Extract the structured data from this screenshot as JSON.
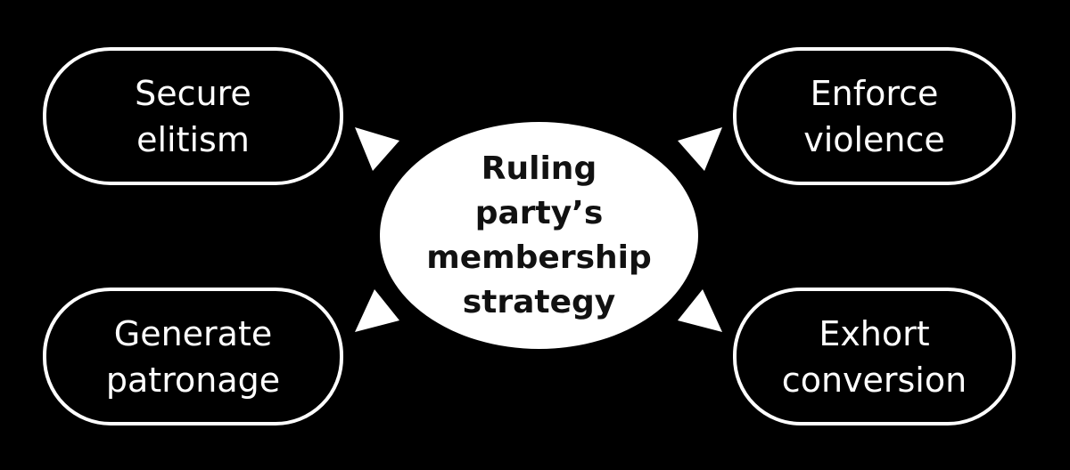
{
  "center": {
    "lines": [
      "Ruling",
      "party’s",
      "membership",
      "strategy"
    ]
  },
  "nodes": {
    "top_left": {
      "lines": [
        "Secure",
        "elitism"
      ]
    },
    "top_right": {
      "lines": [
        "Enforce",
        "violence"
      ]
    },
    "bottom_left": {
      "lines": [
        "Generate",
        "patronage"
      ]
    },
    "bottom_right": {
      "lines": [
        "Exhort",
        "conversion"
      ]
    }
  },
  "colors": {
    "background": "#000000",
    "foreground": "#ffffff",
    "center_text": "#111111"
  }
}
